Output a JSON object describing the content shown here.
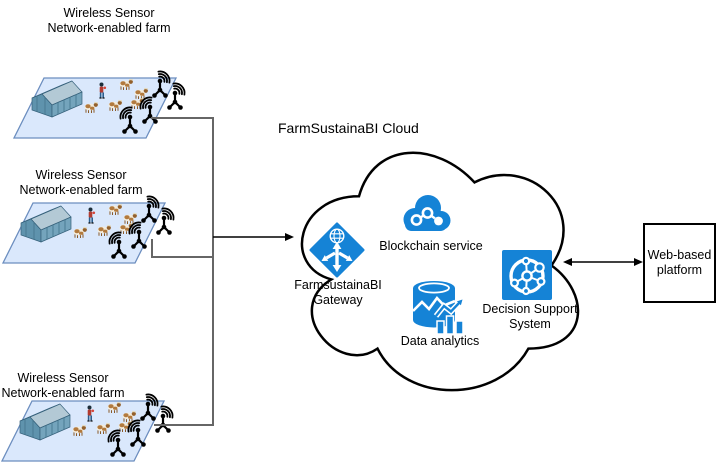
{
  "diagram": {
    "cloud": {
      "title": "FarmSustainaBI Cloud",
      "services": {
        "gateway": {
          "icon": "gateway-icon",
          "label_line1": "FarmsustainaBI",
          "label_line2": "Gateway"
        },
        "blockchain": {
          "icon": "blockchain-icon",
          "label": "Blockchain service"
        },
        "data_analytics": {
          "icon": "data-analytics-icon",
          "label": "Data analytics"
        },
        "decision_support": {
          "icon": "decision-support-icon",
          "label_line1": "Decision Support",
          "label_line2": "System"
        }
      }
    },
    "farms": [
      {
        "label_line1": "Wireless Sensor",
        "label_line2": "Network-enabled farm"
      },
      {
        "label_line1": "Wireless Sensor",
        "label_line2": "Network-enabled farm"
      },
      {
        "label_line1": "Wireless Sensor",
        "label_line2": "Network-enabled farm"
      }
    ],
    "web_platform": {
      "label_line1": "Web-based",
      "label_line2": "platform"
    },
    "colors": {
      "icon_blue": "#1583d6",
      "farm_fill": "#dae8fc",
      "farm_border": "#6c8ebf",
      "connector_gray": "#666666",
      "outline_black": "#000000"
    }
  }
}
